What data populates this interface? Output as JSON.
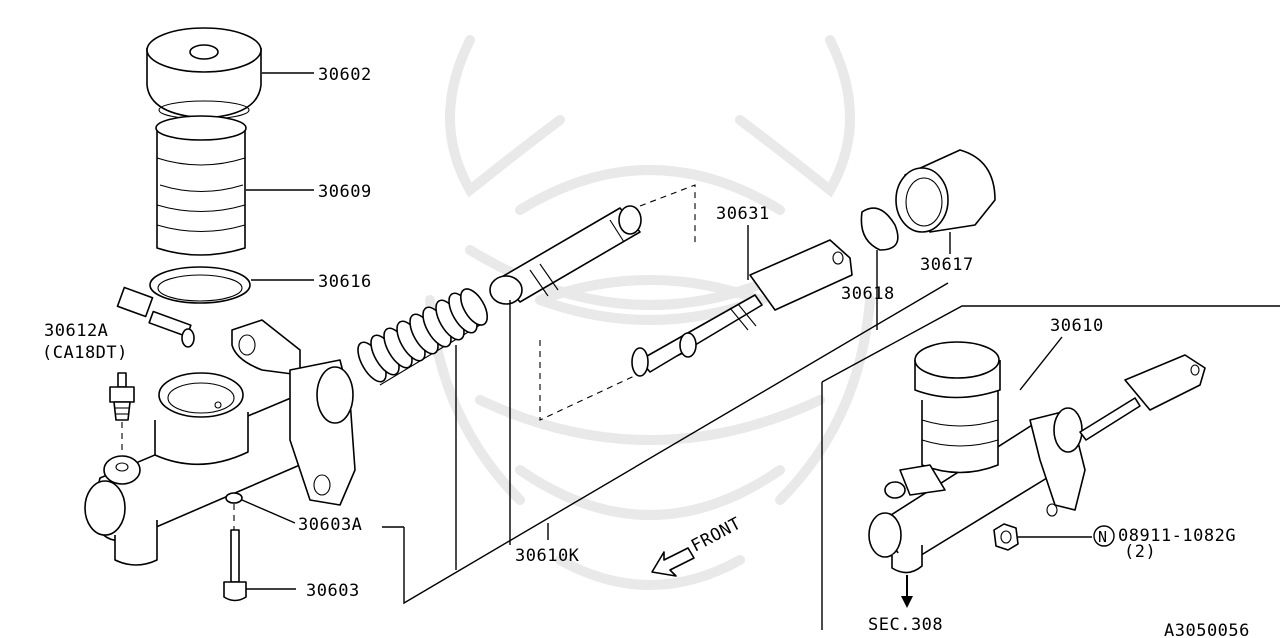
{
  "labels": {
    "p30602": "30602",
    "p30609": "30609",
    "p30616": "30616",
    "p30612a": "30612A",
    "p30612a_note": "(CA18DT)",
    "p30603a": "30603A",
    "p30603": "30603",
    "p30610k": "30610K",
    "p30631": "30631",
    "p30617": "30617",
    "p30618": "30618",
    "p30610": "30610",
    "p08911": "08911-1082G",
    "p08911_qty": "(2)",
    "nut_symbol": "N",
    "front": "FRONT",
    "sec": "SEC.308",
    "figure_id": "A3050056"
  },
  "colors": {
    "ink": "#000000",
    "paper": "#ffffff",
    "watermark": "#e9e9e9"
  }
}
